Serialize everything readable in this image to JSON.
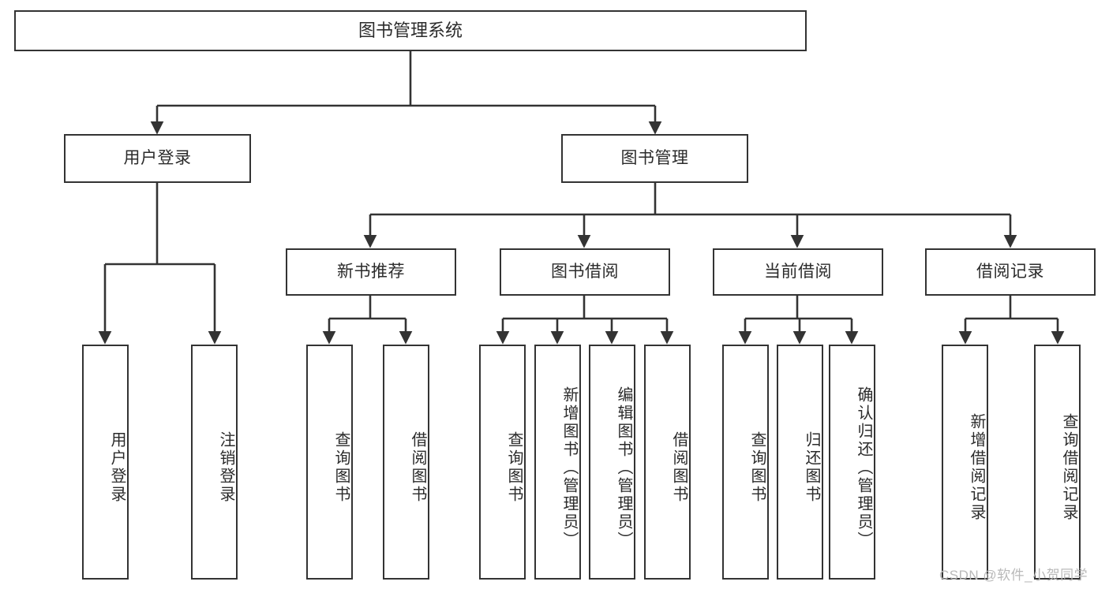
{
  "diagram": {
    "title": "图书管理系统",
    "type": "hierarchy-tree",
    "watermark": "CSDN @软件_小贺同学",
    "colors": {
      "stroke": "#333333",
      "fill": "#ffffff",
      "text": "#2b2b2b",
      "watermark": "#b9b9b9"
    },
    "levels": {
      "level1": [
        {
          "id": "root",
          "label": "图书管理系统"
        }
      ],
      "level2": [
        {
          "id": "user-login",
          "label": "用户登录",
          "parent": "root"
        },
        {
          "id": "book-management",
          "label": "图书管理",
          "parent": "root"
        }
      ],
      "level3": [
        {
          "id": "new-book-recommend",
          "label": "新书推荐",
          "parent": "book-management"
        },
        {
          "id": "book-borrow",
          "label": "图书借阅",
          "parent": "book-management"
        },
        {
          "id": "current-borrow",
          "label": "当前借阅",
          "parent": "book-management"
        },
        {
          "id": "borrow-record",
          "label": "借阅记录",
          "parent": "book-management"
        }
      ],
      "leaves": [
        {
          "id": "leaf-user-login",
          "label": "用户登录",
          "parent": "user-login"
        },
        {
          "id": "leaf-logout",
          "label": "注销登录",
          "parent": "user-login"
        },
        {
          "id": "leaf-query-book-1",
          "label": "查询图书",
          "parent": "new-book-recommend"
        },
        {
          "id": "leaf-borrow-book-1",
          "label": "借阅图书",
          "parent": "new-book-recommend"
        },
        {
          "id": "leaf-query-book-2",
          "label": "查询图书",
          "parent": "book-borrow"
        },
        {
          "id": "leaf-add-book",
          "label": "新增图书（管理员）",
          "parent": "book-borrow"
        },
        {
          "id": "leaf-edit-book",
          "label": "编辑图书（管理员）",
          "parent": "book-borrow"
        },
        {
          "id": "leaf-borrow-book-2",
          "label": "借阅图书",
          "parent": "book-borrow"
        },
        {
          "id": "leaf-query-book-3",
          "label": "查询图书",
          "parent": "current-borrow"
        },
        {
          "id": "leaf-return-book",
          "label": "归还图书",
          "parent": "current-borrow"
        },
        {
          "id": "leaf-confirm-return",
          "label": "确认归还（管理员）",
          "parent": "current-borrow"
        },
        {
          "id": "leaf-add-record",
          "label": "新增借阅记录",
          "parent": "borrow-record"
        },
        {
          "id": "leaf-query-record",
          "label": "查询借阅记录",
          "parent": "borrow-record"
        }
      ]
    }
  }
}
